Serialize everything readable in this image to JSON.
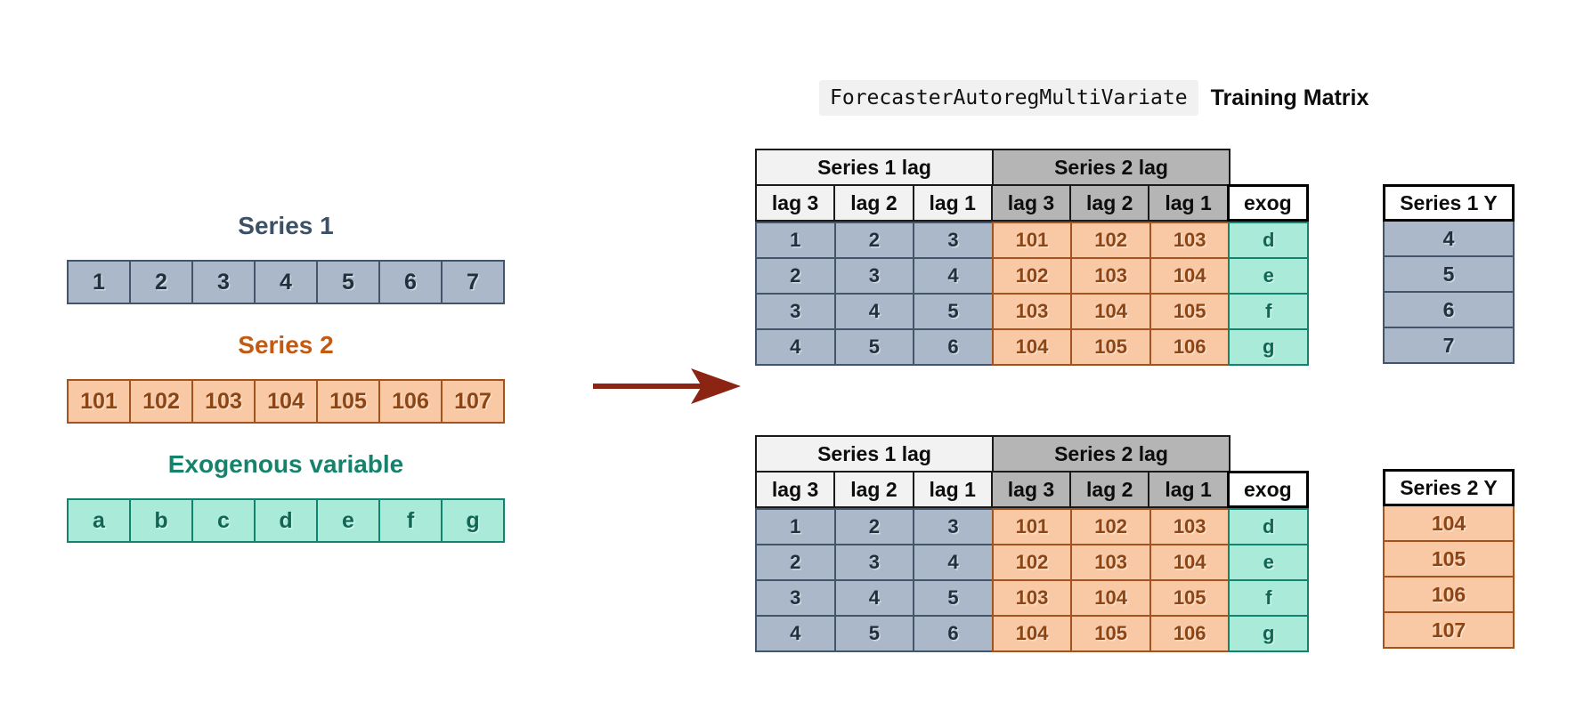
{
  "title": {
    "code": "ForecasterAutoregMultiVariate",
    "label": "Training Matrix"
  },
  "input_series": [
    {
      "label": "Series 1",
      "style": "s1",
      "values": [
        "1",
        "2",
        "3",
        "4",
        "5",
        "6",
        "7"
      ]
    },
    {
      "label": "Series 2",
      "style": "s2",
      "values": [
        "101",
        "102",
        "103",
        "104",
        "105",
        "106",
        "107"
      ]
    },
    {
      "label": "Exogenous variable",
      "style": "ex",
      "values": [
        "a",
        "b",
        "c",
        "d",
        "e",
        "f",
        "g"
      ]
    }
  ],
  "training_tables": [
    {
      "group_headers": [
        "Series 1 lag",
        "Series 2 lag"
      ],
      "column_headers": [
        "lag 3",
        "lag 2",
        "lag 1",
        "lag 3",
        "lag 2",
        "lag 1",
        "exog"
      ],
      "rows": [
        [
          "1",
          "2",
          "3",
          "101",
          "102",
          "103",
          "d"
        ],
        [
          "2",
          "3",
          "4",
          "102",
          "103",
          "104",
          "e"
        ],
        [
          "3",
          "4",
          "5",
          "103",
          "104",
          "105",
          "f"
        ],
        [
          "4",
          "5",
          "6",
          "104",
          "105",
          "106",
          "g"
        ]
      ]
    },
    {
      "group_headers": [
        "Series 1 lag",
        "Series 2 lag"
      ],
      "column_headers": [
        "lag 3",
        "lag 2",
        "lag 1",
        "lag 3",
        "lag 2",
        "lag 1",
        "exog"
      ],
      "rows": [
        [
          "1",
          "2",
          "3",
          "101",
          "102",
          "103",
          "d"
        ],
        [
          "2",
          "3",
          "4",
          "102",
          "103",
          "104",
          "e"
        ],
        [
          "3",
          "4",
          "5",
          "103",
          "104",
          "105",
          "f"
        ],
        [
          "4",
          "5",
          "6",
          "104",
          "105",
          "106",
          "g"
        ]
      ]
    }
  ],
  "target_tables": [
    {
      "header": "Series 1 Y",
      "style": "s1",
      "values": [
        "4",
        "5",
        "6",
        "7"
      ]
    },
    {
      "header": "Series 2 Y",
      "style": "s2",
      "values": [
        "104",
        "105",
        "106",
        "107"
      ]
    }
  ],
  "icons": {
    "arrow": "right-arrow"
  },
  "colors": {
    "series1_fill": "#aab8c9",
    "series1_border": "#44546a",
    "series1_text": "#222f3d",
    "series1_title": "#3d5166",
    "series2_fill": "#f8c9a4",
    "series2_border": "#a5531e",
    "series2_text": "#8c4515",
    "series2_title": "#c45911",
    "exog_fill": "#a9ead9",
    "exog_border": "#12836f",
    "exog_text": "#116654",
    "exog_title": "#15836c",
    "header_light": "#f2f2f2",
    "header_gray": "#b5b5b5",
    "arrow": "#8b2413",
    "code_bg": "#f1f1f2"
  }
}
